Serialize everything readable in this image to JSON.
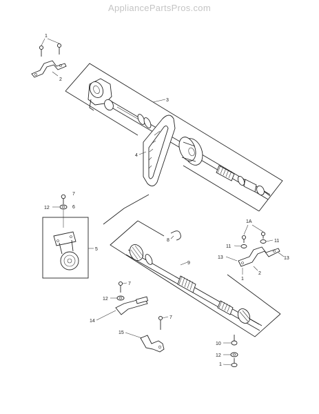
{
  "watermark": "AppliancePartsPros.com",
  "callouts": {
    "c1_top": "1",
    "c2_top": "2",
    "c3": "3",
    "c4": "4",
    "c5": "5",
    "c6": "6",
    "c7_left": "7",
    "c12_left": "12",
    "c8": "8",
    "c9": "9",
    "c1a": "1A",
    "c11_a": "11",
    "c11_b": "11",
    "c13_a": "13",
    "c13_b": "13",
    "c1_right": "1",
    "c2_right": "2",
    "c7_mid": "7",
    "c12_mid": "12",
    "c14": "14",
    "c7_low": "7",
    "c15": "15",
    "c10": "10",
    "c12_low": "12",
    "c1_low": "1"
  }
}
